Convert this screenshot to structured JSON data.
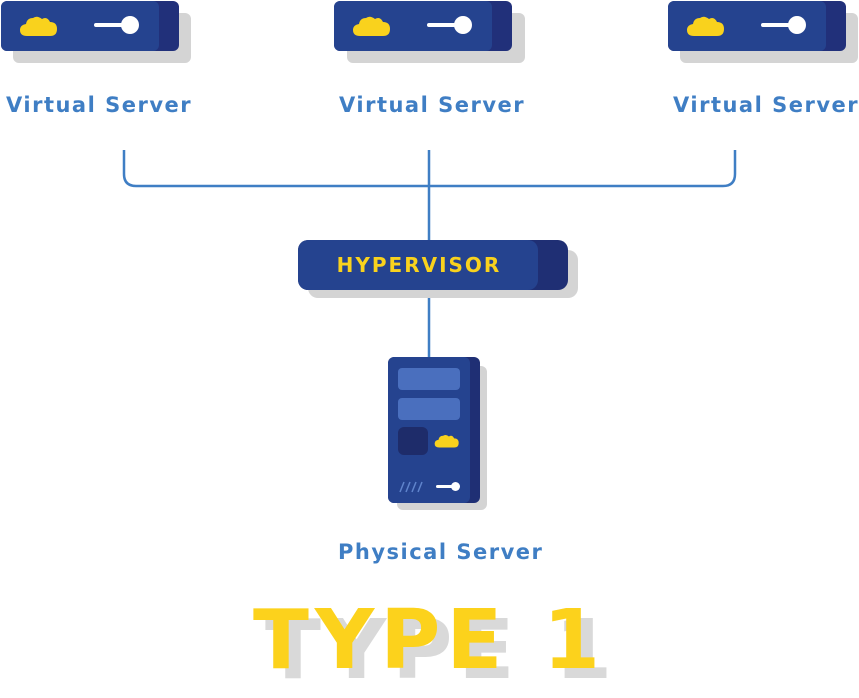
{
  "virtual_servers": [
    {
      "label": "Virtual Server"
    },
    {
      "label": "Virtual Server"
    },
    {
      "label": "Virtual Server"
    }
  ],
  "hypervisor": {
    "label": "HYPERVISOR"
  },
  "physical_server": {
    "label": "Physical Server"
  },
  "title": "TYPE 1",
  "colors": {
    "navy": "#25438f",
    "navy_dark": "#1f2f74",
    "accent_yellow": "#f9d21d",
    "label_blue": "#3f7ec4",
    "shadow_gray": "#d4d4d4"
  },
  "icons": [
    "cloud-icon",
    "power-key-icon",
    "vent-icon"
  ]
}
